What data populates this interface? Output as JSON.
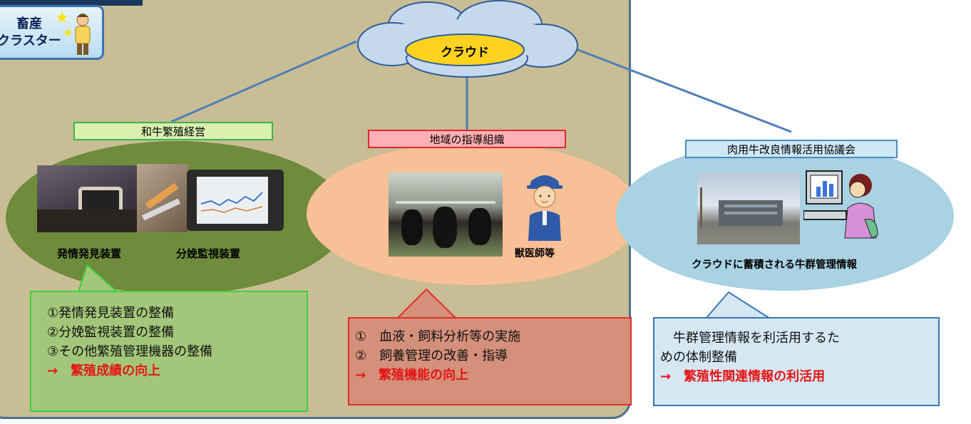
{
  "badge": {
    "line1": "畜産",
    "line2": "クラスター"
  },
  "cloud": {
    "label": "クラウド"
  },
  "groups": {
    "farm": {
      "tag": "和牛繁殖経営",
      "captions": [
        "発情発見装置",
        "分娩監視装置"
      ],
      "lines": [
        "①発情発見装置の整備",
        "②分娩監視装置の整備",
        "③その他繁殖管理機器の整備"
      ],
      "result": "→　繁殖成績の向上"
    },
    "guidance": {
      "tag": "地域の指導組織",
      "caption": "獣医師等",
      "lines": [
        "①　血液・飼料分析等の実施",
        "②　飼養管理の改善・指導"
      ],
      "result": "→　繁殖機能の向上"
    },
    "council": {
      "tag": "肉用牛改良情報活用協議会",
      "caption": "クラウドに蓄積される牛群管理情報",
      "lines": [
        "　牛群管理情報を利活用するた",
        "めの体制整備"
      ],
      "result": "→　繁殖性関連情報の利活用"
    }
  },
  "colors": {
    "panel": "#c8bd94",
    "panel_border": "#4a6f93",
    "farm": "#6f8b3c",
    "guidance": "#f8c096",
    "council": "#a9d2e2",
    "result_text": "#e51616",
    "cloud": "#c5d8ee",
    "cloud_center": "#ffd21f"
  },
  "icons": [
    "star-icon",
    "farmer-icon",
    "vet-icon",
    "computer-user-icon"
  ]
}
